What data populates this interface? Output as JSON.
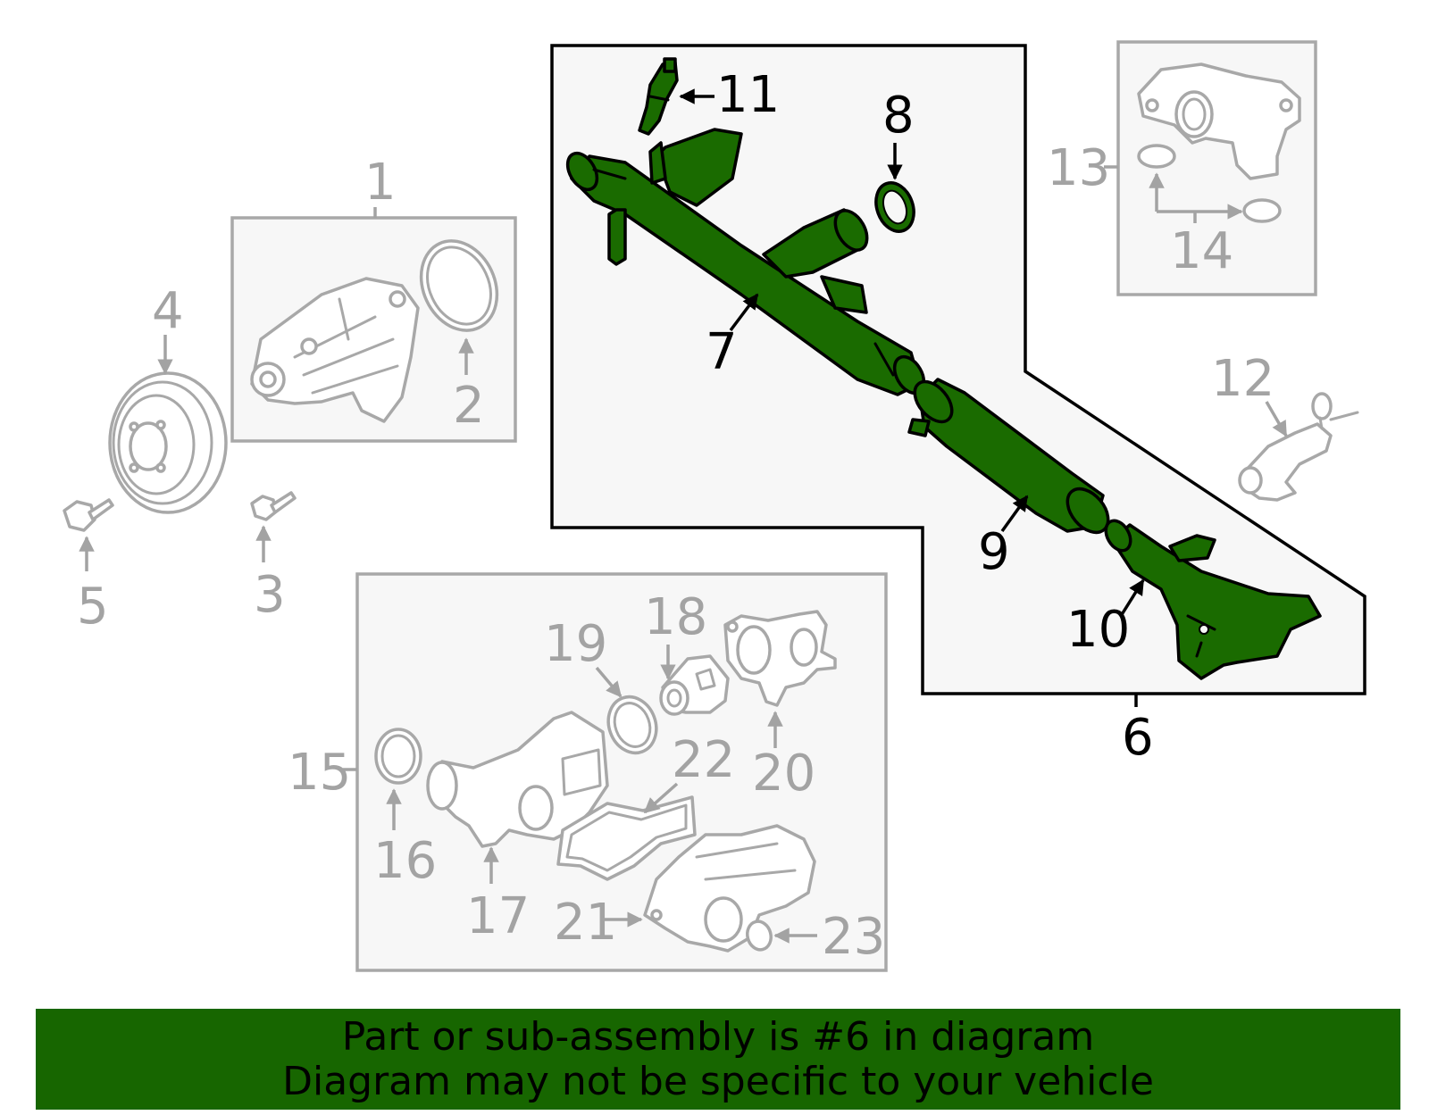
{
  "callouts": {
    "c1": "1",
    "c2": "2",
    "c3": "3",
    "c4": "4",
    "c5": "5",
    "c6": "6",
    "c7": "7",
    "c8": "8",
    "c9": "9",
    "c10": "10",
    "c11": "11",
    "c12": "12",
    "c13": "13",
    "c14": "14",
    "c15": "15",
    "c16": "16",
    "c17": "17",
    "c18": "18",
    "c19": "19",
    "c20": "20",
    "c21": "21",
    "c22": "22",
    "c23": "23"
  },
  "highlight": {
    "part_number": "6",
    "color": "#1a6b00"
  },
  "footer": {
    "line1": "Part or sub-assembly is #6 in diagram",
    "line2": "Diagram may not be specific to your vehicle"
  }
}
